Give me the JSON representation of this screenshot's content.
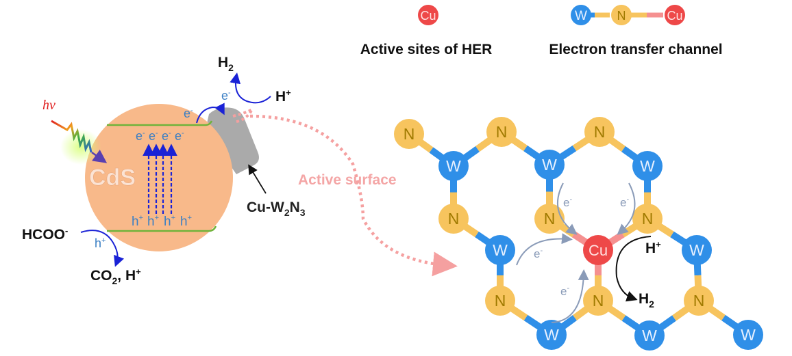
{
  "legend": {
    "active_site": {
      "atom": "Cu",
      "label": "Active sites of HER"
    },
    "channel": {
      "atoms": [
        "W",
        "N",
        "Cu"
      ],
      "label": "Electron transfer channel"
    }
  },
  "left_panel": {
    "light_label": "hν",
    "particle_label": "CdS",
    "cocatalyst_label": "Cu-W",
    "cocatalyst_sub1": "2",
    "cocatalyst_mid": "N",
    "cocatalyst_sub2": "3",
    "cb_electrons": [
      "e",
      "e",
      "e",
      "e"
    ],
    "electron_sup": "-",
    "vb_holes": [
      "h",
      "h",
      "h",
      "h"
    ],
    "hole_sup": "+",
    "transfer_electron": "e",
    "h2_product": "H",
    "h2_sub": "2",
    "proton": "H",
    "proton_sup": "+",
    "formate": "HCOO",
    "formate_sup": "-",
    "hole": "h",
    "hole_charge": "+",
    "co2_product": "CO",
    "co2_sub": "2",
    "co2_rest": ", H",
    "co2_sup": "+"
  },
  "middle": {
    "label": "Active surface"
  },
  "lattice": {
    "atoms": [
      {
        "id": "n1",
        "el": "N"
      },
      {
        "id": "w1",
        "el": "W"
      },
      {
        "id": "n2",
        "el": "N"
      },
      {
        "id": "w2",
        "el": "W"
      },
      {
        "id": "n3",
        "el": "N"
      },
      {
        "id": "w3",
        "el": "W"
      },
      {
        "id": "n4",
        "el": "N"
      },
      {
        "id": "n5",
        "el": "N"
      },
      {
        "id": "n6",
        "el": "N"
      },
      {
        "id": "w4",
        "el": "W"
      },
      {
        "id": "cu",
        "el": "Cu"
      },
      {
        "id": "w5",
        "el": "W"
      },
      {
        "id": "n7",
        "el": "N"
      },
      {
        "id": "n8",
        "el": "N"
      },
      {
        "id": "n9",
        "el": "N"
      },
      {
        "id": "w6",
        "el": "W"
      },
      {
        "id": "w7",
        "el": "W"
      },
      {
        "id": "w8",
        "el": "W"
      }
    ],
    "electron_labels": [
      "e",
      "e",
      "e",
      "e"
    ],
    "electron_sup": "-",
    "proton": "H",
    "proton_sup": "+",
    "product": "H",
    "product_sub": "2"
  },
  "colors": {
    "W": "#2f8fe8",
    "N": "#f7c45e",
    "Cu": "#ee4848",
    "N_text": "#a07a00",
    "W_text": "#e6f0ff",
    "Cu_text": "#ffe0e0",
    "cds": "#f8b98a",
    "band": "#6fb33a",
    "cocatalyst": "#aaaaaa",
    "electron_text": "#3b7fc4",
    "arrow_blue": "#1a22d6",
    "dotted": "#f5a0a0",
    "grey_arrow": "#8a9bb8"
  }
}
